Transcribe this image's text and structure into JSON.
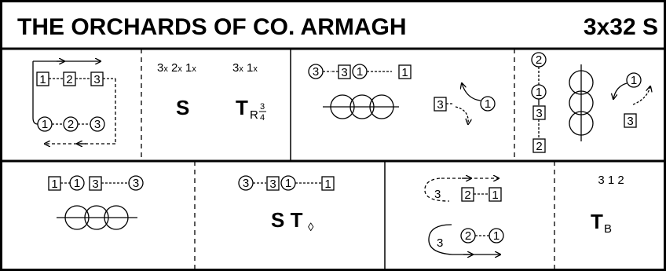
{
  "title": "THE ORCHARDS OF CO. ARMAGH",
  "format": "3x32 S",
  "bar1": {
    "c1": "1",
    "c2": "2",
    "c3": "3",
    "w1": "1",
    "w2": "2",
    "w3": "3"
  },
  "bar2": {
    "counts_s": [
      "3",
      "x",
      "2",
      "x",
      "1",
      "x"
    ],
    "counts_t": [
      "3",
      "x",
      "1",
      "x"
    ],
    "fig_s": "S",
    "fig_t": "T",
    "t_sub": "R",
    "t_num": "3",
    "t_den": "4"
  },
  "bar3": {
    "w3": "3",
    "c3": "3",
    "w1": "1",
    "c1": "1",
    "c3b": "3",
    "w1b": "1"
  },
  "bar4": {
    "w2": "2",
    "w1": "1",
    "c3": "3",
    "c2": "2",
    "w1b": "1",
    "c3b": "3"
  },
  "bar5": {
    "c1": "1",
    "w1": "1",
    "c3": "3",
    "w3": "3"
  },
  "bar6": {
    "w3": "3",
    "c3": "3",
    "w1": "1",
    "c1": "1",
    "fig": "S T",
    "sub": "◊"
  },
  "bar7": {
    "n3": "3",
    "c2": "2",
    "c1": "1",
    "n3b": "3",
    "w2": "2",
    "w1": "1"
  },
  "bar8": {
    "order": "3 1 2",
    "fig": "T",
    "sub": "B"
  }
}
